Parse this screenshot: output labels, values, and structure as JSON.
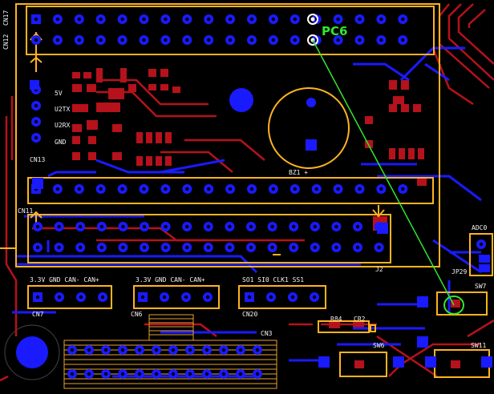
{
  "net_highlight": "PC6",
  "silk": {
    "cn12": "CN12",
    "cn17": "CN17",
    "v5": "5V",
    "u2tx": "U2TX",
    "u2rx": "U2RX",
    "gnd": "GND",
    "cn13": "CN13",
    "bz1": "BZ1 +",
    "cn11": "CN11",
    "j2": "J2",
    "adc0": "ADC0",
    "jp29": "JP29",
    "sw7": "SW7",
    "can_hdr1": "3.3V GND CAN- CAN+",
    "can_hdr2": "3.3V GND CAN- CAN+",
    "spi_hdr": "SO1 SI0 CLK1 SS1",
    "cn7": "CN7",
    "cn6": "CN6",
    "cn20": "CN20",
    "cn3": "CN3",
    "r84": "R84",
    "cr2": "CR2",
    "sw6": "SW6",
    "sw11": "SW11"
  },
  "colors": {
    "board": "#000000",
    "top_copper": "#b5121b",
    "bottom_copper": "#1a1aff",
    "silkscreen": "#ffb320",
    "text": "#f3f3f3",
    "ratsnest": "#2fe82f"
  }
}
